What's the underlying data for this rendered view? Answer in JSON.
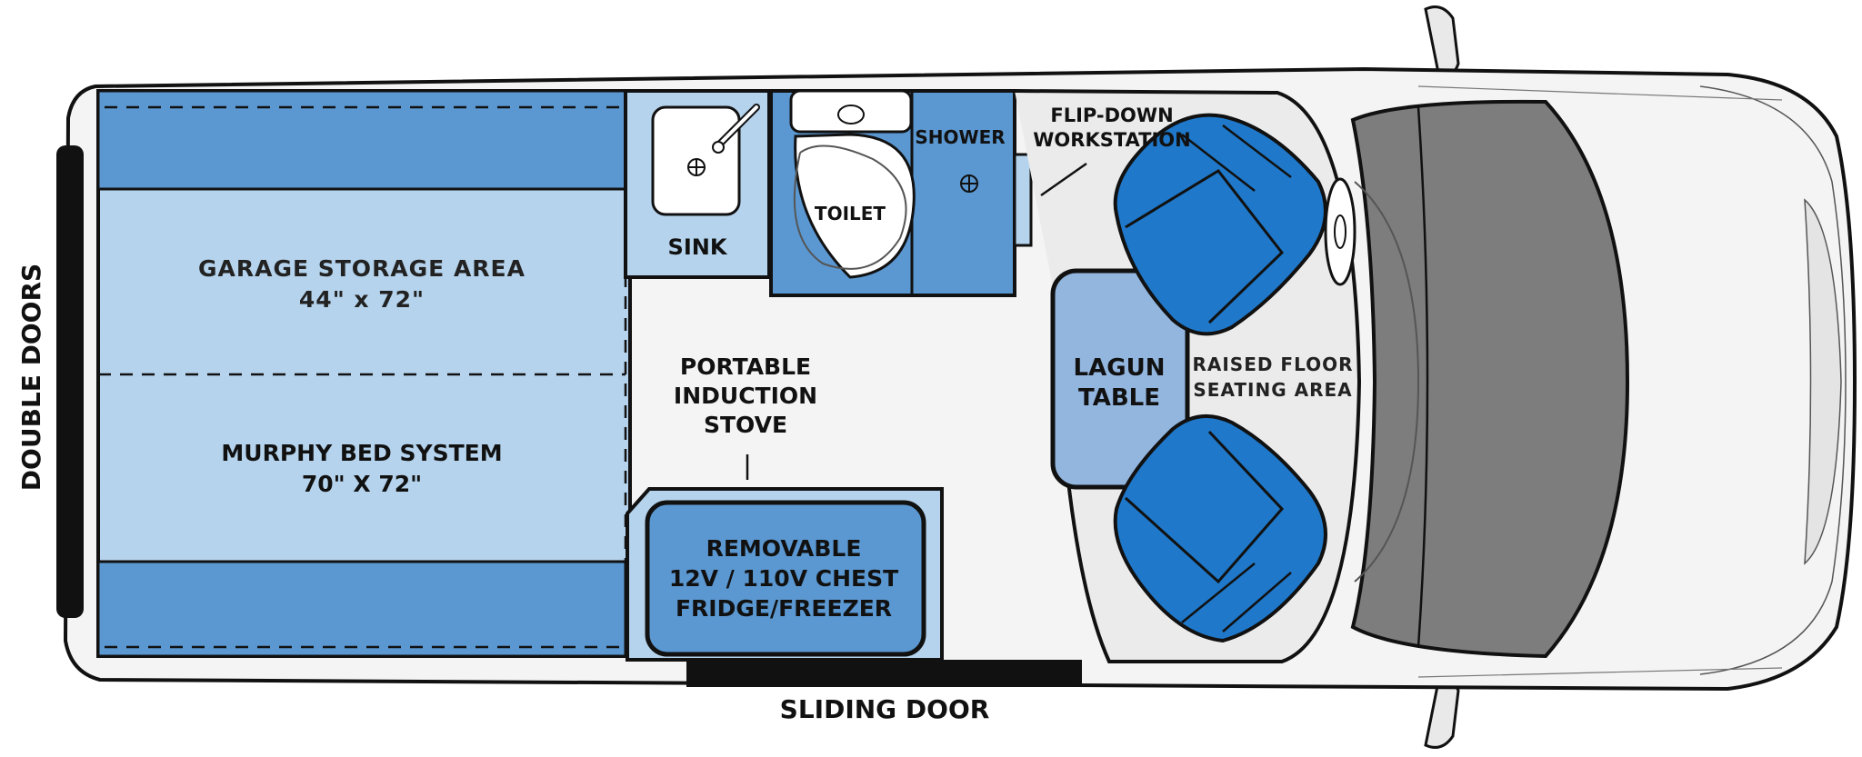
{
  "diagram": {
    "rear_label": "DOUBLE DOORS",
    "side_label": "SLIDING DOOR",
    "areas": {
      "garage": {
        "line1": "GARAGE STORAGE AREA",
        "line2": "44\" x 72\""
      },
      "murphy": {
        "line1": "MURPHY BED SYSTEM",
        "line2": "70\" X 72\""
      },
      "sink": "SINK",
      "toilet": "TOILET",
      "shower": "SHOWER",
      "workstation": {
        "line1": "FLIP-DOWN",
        "line2": "WORKSTATION"
      },
      "stove": {
        "line1": "PORTABLE",
        "line2": "INDUCTION",
        "line3": "STOVE"
      },
      "fridge": {
        "line1": "REMOVABLE",
        "line2": "12V / 110V CHEST",
        "line3": "FRIDGE/FREEZER"
      },
      "table": {
        "line1": "LAGUN",
        "line2": "TABLE"
      },
      "seating": {
        "line1": "RAISED FLOOR",
        "line2": "SEATING AREA"
      }
    },
    "colors": {
      "outline": "#111111",
      "body": "#f4f4f4",
      "dark_blue": "#5b98d1",
      "light_blue": "#b5d3ec",
      "seat_blue": "#1f78c9",
      "table_blue": "#93b6df",
      "cab_gray": "#7d7d7d"
    }
  }
}
